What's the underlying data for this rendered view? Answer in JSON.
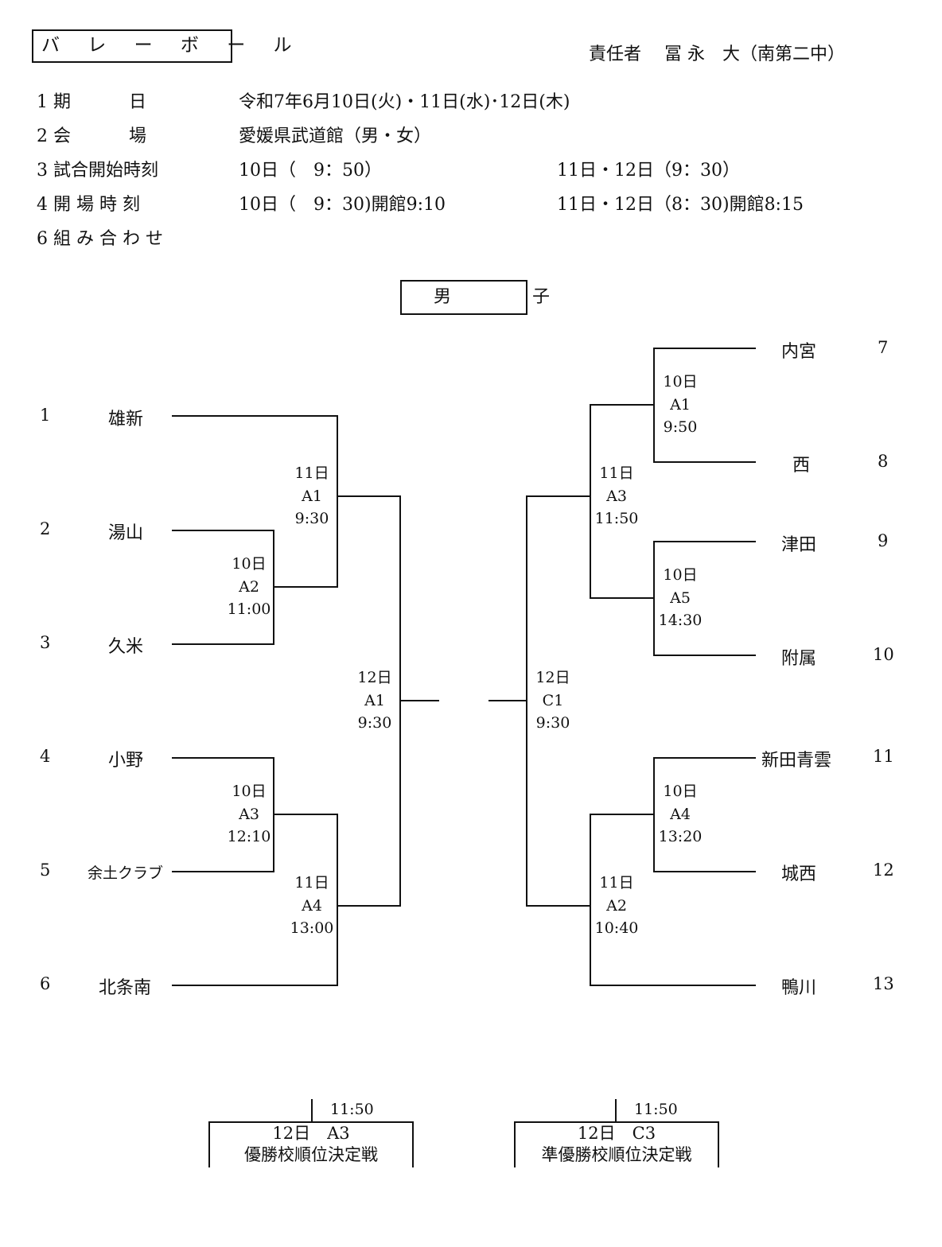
{
  "header": {
    "sport": "バ レ ー ボ ー ル",
    "responsible": "責任者　 冨 永　大（南第二中）"
  },
  "info": [
    {
      "label": "1 期　　　 日",
      "value": "令和7年6月10日(火)・11日(水)･12日(木)",
      "value2": ""
    },
    {
      "label": "2 会　　　 場",
      "value": "愛媛県武道館（男・女）",
      "value2": ""
    },
    {
      "label": "3 試合開始時刻",
      "value": "10日（　9：50）",
      "value2": "11日・12日（9：30）"
    },
    {
      "label": "4 開 場 時 刻",
      "value": "10日（　9：30)開館9:10",
      "value2": "11日・12日（8：30)開館8:15"
    },
    {
      "label": "6 組 み 合 わ せ",
      "value": "",
      "value2": ""
    }
  ],
  "division": "男　子",
  "left_teams": [
    {
      "num": "1",
      "name": "雄新"
    },
    {
      "num": "2",
      "name": "湯山"
    },
    {
      "num": "3",
      "name": "久米"
    },
    {
      "num": "4",
      "name": "小野"
    },
    {
      "num": "5",
      "name": "余土クラブ"
    },
    {
      "num": "6",
      "name": "北条南"
    }
  ],
  "right_teams": [
    {
      "num": "7",
      "name": "内宮"
    },
    {
      "num": "8",
      "name": "西"
    },
    {
      "num": "9",
      "name": "津田"
    },
    {
      "num": "10",
      "name": "附属"
    },
    {
      "num": "11",
      "name": "新田青雲"
    },
    {
      "num": "12",
      "name": "城西"
    },
    {
      "num": "13",
      "name": "鴨川"
    }
  ],
  "matches": {
    "l_a2": {
      "day": "10日",
      "court": "A2",
      "time": "11:00"
    },
    "l_a3": {
      "day": "10日",
      "court": "A3",
      "time": "12:10"
    },
    "l_a1": {
      "day": "11日",
      "court": "A1",
      "time": "9:30"
    },
    "l_a4": {
      "day": "11日",
      "court": "A4",
      "time": "13:00"
    },
    "l_semi": {
      "day": "12日",
      "court": "A1",
      "time": "9:30"
    },
    "r_a1": {
      "day": "10日",
      "court": "A1",
      "time": "9:50"
    },
    "r_a5": {
      "day": "10日",
      "court": "A5",
      "time": "14:30"
    },
    "r_a4": {
      "day": "10日",
      "court": "A4",
      "time": "13:20"
    },
    "r_a3": {
      "day": "11日",
      "court": "A3",
      "time": "11:50"
    },
    "r_a2": {
      "day": "11日",
      "court": "A2",
      "time": "10:40"
    },
    "r_semi": {
      "day": "12日",
      "court": "C1",
      "time": "9:30"
    }
  },
  "finals": [
    {
      "time": "11:50",
      "line1": "12日　A3",
      "line2": "優勝校順位決定戦"
    },
    {
      "time": "11:50",
      "line1": "12日　C3",
      "line2": "準優勝校順位決定戦"
    }
  ]
}
